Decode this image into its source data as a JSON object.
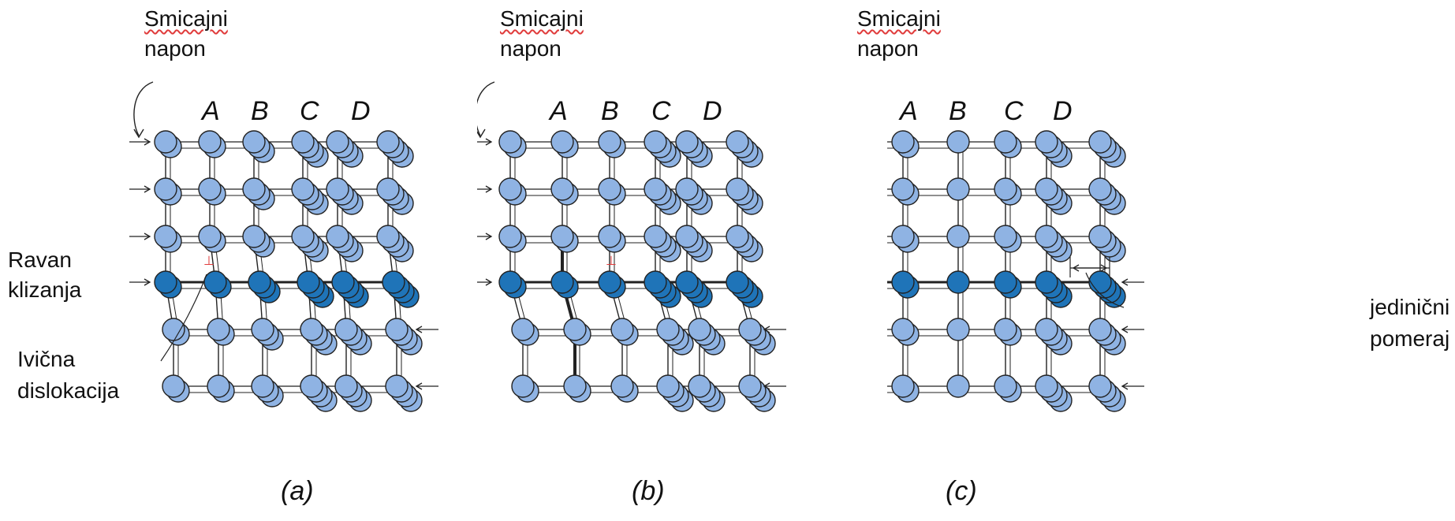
{
  "shear_label_line1": "Smicajni",
  "shear_label_line2": "napon",
  "column_labels": [
    "A",
    "B",
    "C",
    "D"
  ],
  "slip_plane_line1": "Ravan",
  "slip_plane_line2": "klizanja",
  "edge_dislocation_line1": "Ivična",
  "edge_dislocation_line2": "dislokacija",
  "unit_displacement_line1": "jedinični",
  "unit_displacement_line2": "pomeraj",
  "dislocation_symbol": "⊥",
  "captions": [
    "(a)",
    "(b)",
    "(c)"
  ],
  "colors": {
    "atom_light": "#8fb3e3",
    "atom_dark": "#1f74b8",
    "line": "#222222",
    "accent": "#e03b3b"
  }
}
